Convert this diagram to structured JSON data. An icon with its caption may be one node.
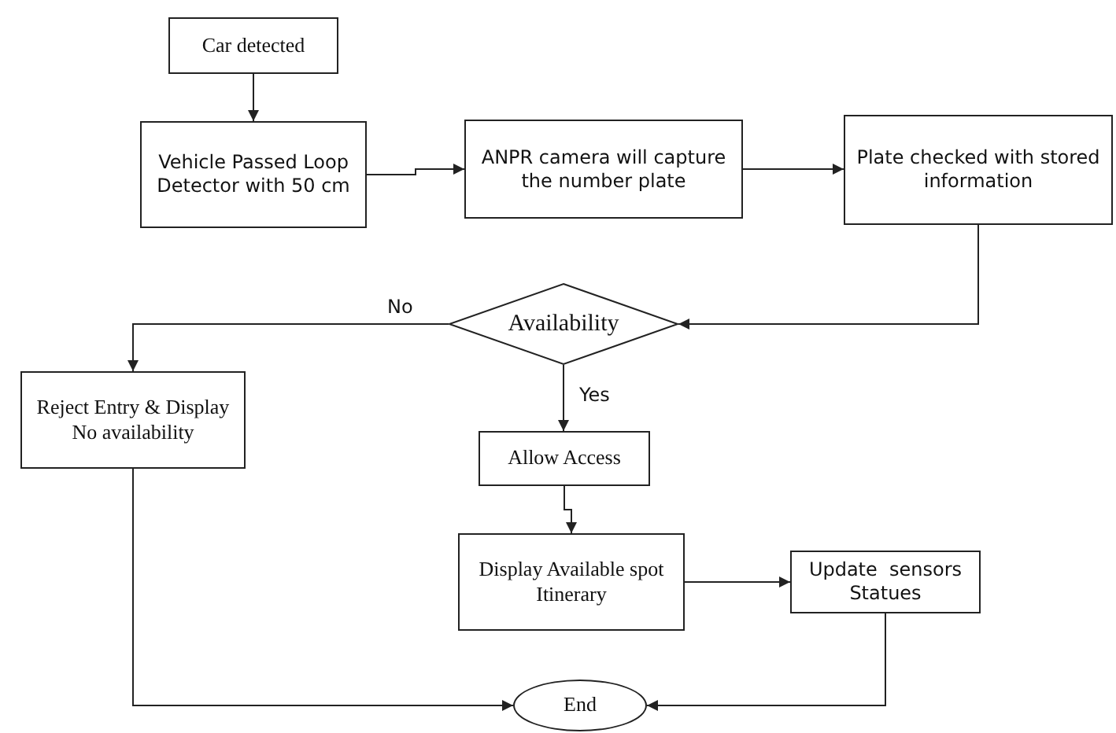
{
  "diagram": {
    "nodes": [
      {
        "text": [
          "Car detected"
        ]
      },
      {
        "text": [
          "Vehicle Passed Loop Detector with 50 cm"
        ]
      },
      {
        "text": [
          "ANPR camera will capture the number plate"
        ]
      },
      {
        "text": [
          "Plate checked with stored information"
        ]
      },
      {
        "text": [
          "Availability"
        ]
      },
      {
        "text": [
          "Reject Entry & Display No availability"
        ]
      },
      {
        "text": [
          "Allow Access"
        ]
      },
      {
        "text": [
          "Display Available spot Itinerary"
        ]
      },
      {
        "text": [
          "Update  sensors Statues"
        ]
      },
      {
        "text": [
          "End"
        ]
      }
    ],
    "edges": [
      {
        "from": 0,
        "to": 1,
        "arrow": "to"
      },
      {
        "from": 1,
        "to": 2,
        "arrow": "to"
      },
      {
        "from": 2,
        "to": 3,
        "arrow": "to"
      },
      {
        "from": 3,
        "to": 4,
        "arrow": "to"
      },
      {
        "from": 4,
        "to": 5,
        "arrow": "to",
        "label": "No"
      },
      {
        "from": 4,
        "to": 6,
        "arrow": "to",
        "label": "Yes"
      },
      {
        "from": 6,
        "to": 7,
        "arrow": "to"
      },
      {
        "from": 7,
        "to": 8,
        "arrow": "to"
      },
      {
        "from": 5,
        "to": 9,
        "arrow": "to"
      },
      {
        "from": 8,
        "to": 9,
        "arrow": "to"
      }
    ]
  }
}
